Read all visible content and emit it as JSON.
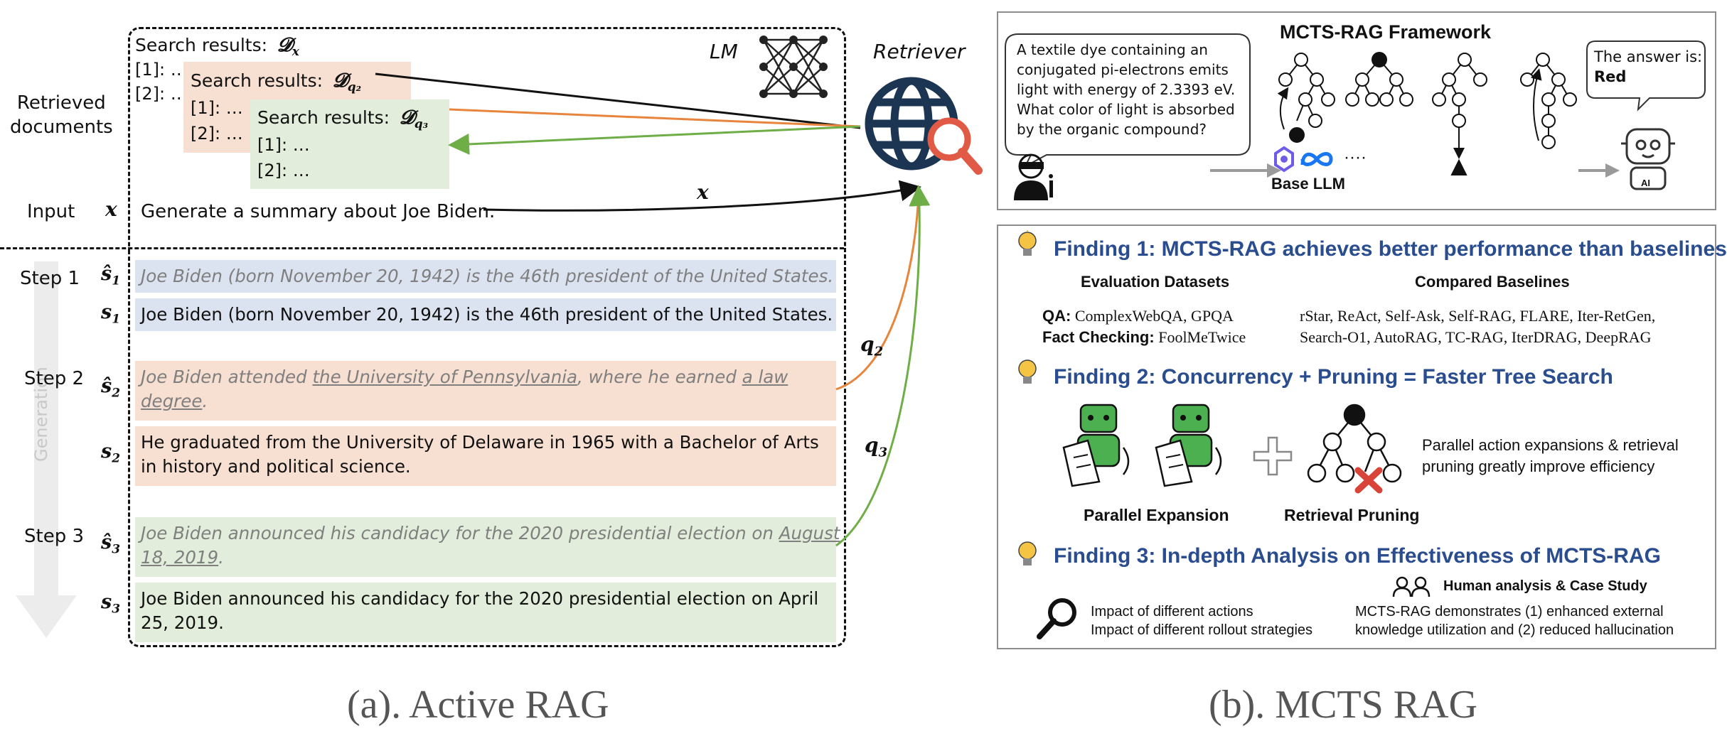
{
  "left": {
    "row_labels": {
      "retrieved_documents": "Retrieved\ndocuments",
      "input": "Input",
      "input_symbol": "x",
      "step1": "Step 1",
      "step2": "Step 2",
      "step3": "Step 3",
      "generation": "Generation"
    },
    "lm_label": "LM",
    "retriever_label": "Retriever",
    "search_results": {
      "dx_label": "Search results:",
      "dx_symbol": "𝓓",
      "dx_sub": "x",
      "dq2_label": "Search results:",
      "dq2_sub": "q₂",
      "dq3_label": "Search results:",
      "dq3_sub": "q₃",
      "item1": "[1]: …",
      "item2": "[2]: …"
    },
    "input_text": "Generate a summary about Joe Biden.",
    "arrow_labels": {
      "x": "x",
      "q2": "q",
      "q2_sub": "2",
      "q3": "q",
      "q3_sub": "3"
    },
    "steps": {
      "s1_hat_text": "Joe Biden (born November 20, 1942) is the 46th president of the United States.",
      "s1_text": "Joe Biden (born November 20, 1942) is the 46th president of the United States.",
      "s2_hat_pre": "Joe Biden attended ",
      "s2_hat_u1": "the University of Pennsylvania",
      "s2_hat_mid": ", where he earned ",
      "s2_hat_u2a": "a law",
      "s2_hat_u2b": "degree",
      "s2_hat_end": ".",
      "s2_line1": "He graduated from the University of Delaware in 1965 with a Bachelor of Arts",
      "s2_line2": "in history and political science.",
      "s3_hat_pre": "Joe Biden announced his candidacy for the 2020 presidential election on ",
      "s3_hat_u1": "August",
      "s3_hat_u2": "18, 2019",
      "s3_hat_end": ".",
      "s3_line1": "Joe Biden announced his candidacy for the 2020 presidential election on April",
      "s3_line2": "25, 2019."
    },
    "caption": "(a). Active RAG"
  },
  "right": {
    "framework_title": "MCTS-RAG Framework",
    "question_line1": "A textile dye containing an",
    "question_line2": "conjugated pi-electrons emits",
    "question_line3": "light with energy of 2.3393 eV.",
    "question_line4": "What color of light is absorbed",
    "question_line5": "by the organic compound?",
    "base_llm": "Base LLM",
    "ellipsis": "····",
    "answer_line1": "The answer is:",
    "answer_line2": "Red",
    "ai_label": "AI",
    "finding1": "Finding 1: MCTS-RAG achieves better performance than baselines",
    "eval_header": "Evaluation Datasets",
    "baselines_header": "Compared Baselines",
    "qa_label": "QA:",
    "qa_value": " ComplexWebQA, GPQA",
    "fc_label": "Fact Checking:",
    "fc_value": " FoolMeTwice",
    "baselines_line1": "rStar, ReAct, Self-Ask, Self-RAG, FLARE, Iter-RetGen,",
    "baselines_line2": "Search-O1, AutoRAG, TC-RAG, IterDRAG, DeepRAG",
    "finding2": "Finding 2: Concurrency + Pruning = Faster Tree Search",
    "parallel_expansion": "Parallel Expansion",
    "retrieval_pruning": "Retrieval Pruning",
    "f2_desc_line1": "Parallel action expansions & retrieval",
    "f2_desc_line2": "pruning greatly improve efficiency",
    "finding3": "Finding 3: In-depth Analysis on Effectiveness of MCTS-RAG",
    "human_analysis": "Human analysis & Case Study",
    "impact1": "Impact of different actions",
    "impact2": "Impact of different rollout strategies",
    "demo_line1": "MCTS-RAG demonstrates (1) enhanced external",
    "demo_line2": "knowledge utilization and (2) reduced hallucination",
    "caption": "(b). MCTS RAG"
  },
  "colors": {
    "blue_band": "#dce3f0",
    "orange_band": "#f7dfd2",
    "green_band": "#e2eedb",
    "orange_arrow": "#e8853d",
    "green_arrow": "#6fae47",
    "retriever_blue": "#1c3553",
    "magnifier_red": "#e05a45",
    "finding_blue": "#2a4d8f"
  }
}
